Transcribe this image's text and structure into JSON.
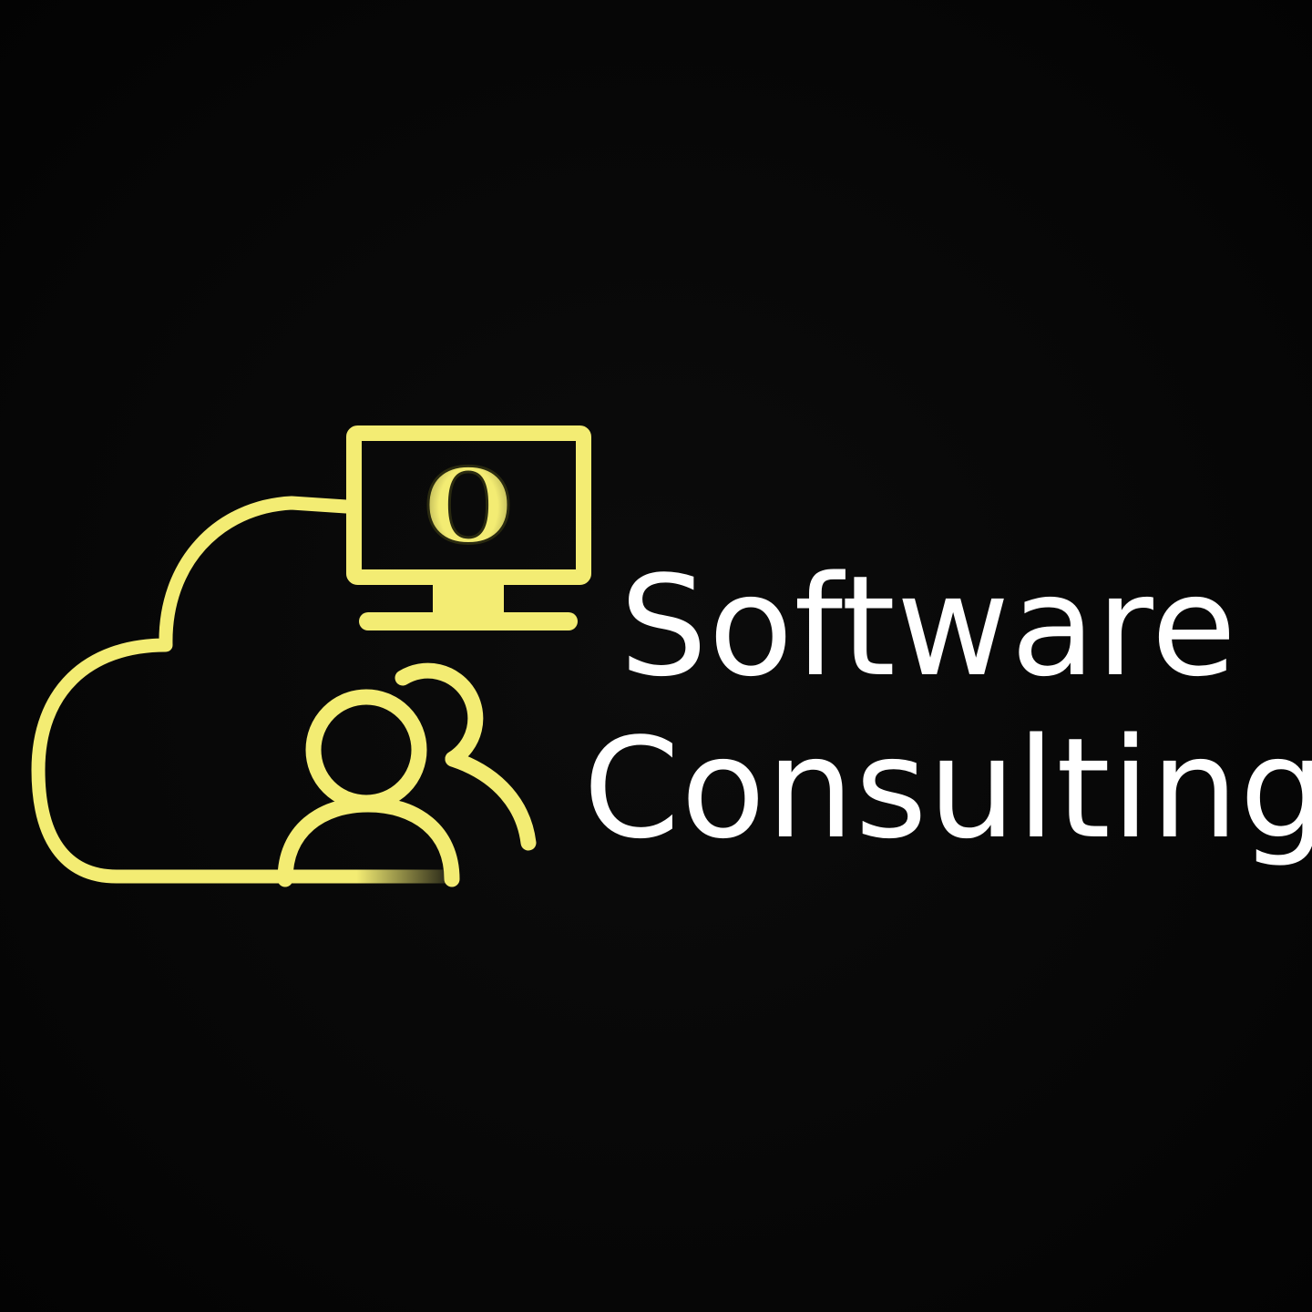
{
  "logo": {
    "mark_letter": "O",
    "icons": [
      "cloud-icon",
      "monitor-icon",
      "users-icon"
    ],
    "accent_color": "#F3EC73",
    "background_color": "#070707",
    "text_color": "#FFFFFF"
  },
  "brand": {
    "line_1": "Software",
    "line_2": "Consulting"
  }
}
